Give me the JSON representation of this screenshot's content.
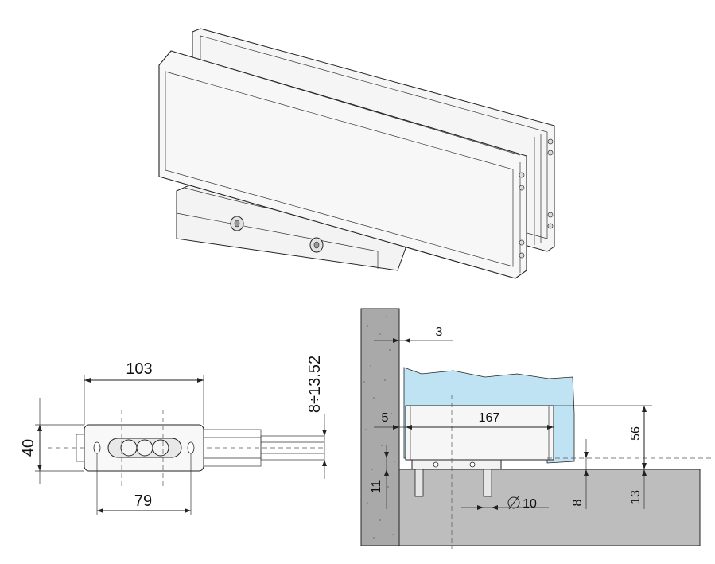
{
  "diagram": {
    "perspective_view": {},
    "top_view": {
      "dim_width_overall": "103",
      "dim_width_holes": "79",
      "dim_height": "40",
      "dim_glass_thickness": "8÷13.52"
    },
    "section_view": {
      "dim_gap_wall": "3",
      "dim_offset_wall": "5",
      "dim_length": "167",
      "dim_height_total": "56",
      "dim_floor_recess": "13",
      "dim_pin_height": "8",
      "dim_pin_diameter": "10",
      "dim_floor_left": "11"
    },
    "colors": {
      "glass": "#bfe3f2",
      "wall": "#a9a9a9",
      "floor": "#bdbdbd",
      "metal": "#f4f4f4"
    }
  }
}
